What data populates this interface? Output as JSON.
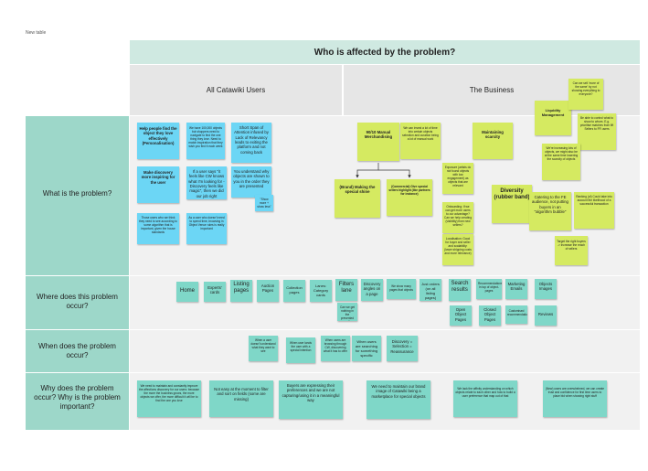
{
  "board_label": "New table",
  "header": {
    "title": "Who is affected by the problem?",
    "columns": [
      "All Catawiki Users",
      "The Business"
    ]
  },
  "rows": [
    "What is the problem?",
    "Where does this problem occur?",
    "When does the problem occur?",
    "Why does the problem occur? Why is the problem important?"
  ],
  "stickies": {
    "what_users": [
      {
        "text": "Help people find the object they love effectively (Personalisation)"
      },
      {
        "text": "We have 100,000 objects but shoppers need to navigate to find the one thing they love. Need to match inspiration that they wish you find it each week"
      },
      {
        "text": "Short Span of Attention infused by Lack of Relevancy leads to exiting the platform and not coming back"
      },
      {
        "text": "Make discovery more inspiring for the user"
      },
      {
        "text": "If a user says \"it feels like CW knows what I'm looking for - Discovery feels like magic\", then we did our job right"
      },
      {
        "text": "You understand why objects are shown to you in the order they are presented"
      },
      {
        "text": "\"Show more + show less\""
      },
      {
        "text": "Those users who we think they need to see according to some algorithm that is important, given the house standards"
      },
      {
        "text": "As a user who doesn't need to spend time, browsing in Object Venue rules is really important"
      }
    ],
    "what_business": [
      {
        "text": "90/10 Manual Merchandising"
      },
      {
        "text": "We can invest a lot of time into certain objects selection and curation being a lot of manual work"
      },
      {
        "text": "(Brand) Making the special shine"
      },
      {
        "text": "(Commercial) Give special sellers highlight (like partners for instance)"
      },
      {
        "text": "Exposure (artists do not found objects with low engagement) as objects that are relevant"
      },
      {
        "text": "Onboarding: If we can get more users to our advantage? Can we help creating (visibility) from new sellers?"
      },
      {
        "text": "Localisation: Good for buyer and seller and scalability: (lower shipping costs and more relevance)"
      },
      {
        "text": "Maintaining scarcity"
      },
      {
        "text": "Liquidity Management"
      },
      {
        "text": "Can we sell 'more of the same' by not showing everything to everyone?"
      },
      {
        "text": "Be able to control what to show to whom. E.g. prioritise matches from lift Sellers to FR users"
      },
      {
        "text": "We're increasing lots of objects, we might also be at the same time lowering the scarcity of objects"
      },
      {
        "text": "Diversity (rubber band)"
      },
      {
        "text": "Catering to the FE audience, not putting buyers in an \"algorithm bubble\""
      },
      {
        "text": "Ranking (of) Could take into account the likelihood of a successful transaction"
      },
      {
        "text": "Target the right buyers -> increase the reach of sellers"
      }
    ],
    "where": [
      {
        "text": "Home"
      },
      {
        "text": "Experts' cards"
      },
      {
        "text": "Listing pages"
      },
      {
        "text": "Auction Pages"
      },
      {
        "text": "Collection pages"
      },
      {
        "text": "Lanes: Category cards"
      },
      {
        "text": "Filters lane"
      },
      {
        "text": "Discovery angles on a page"
      },
      {
        "text": "We show many pages that objects"
      },
      {
        "text": "Just orders (on all listing pages)"
      },
      {
        "text": "Search results"
      },
      {
        "text": "Recommendations in top of object-pages"
      },
      {
        "text": "Marketing Emails"
      },
      {
        "text": "Objects Images"
      },
      {
        "text": "Can we get nothing in the prevented results"
      },
      {
        "text": "Open Object Pages"
      },
      {
        "text": "Closed Object Pages"
      },
      {
        "text": "Customised recommendations"
      },
      {
        "text": "Reviews"
      }
    ],
    "when": [
      {
        "text": "When a user doesn't understand what they want to see"
      },
      {
        "text": "When user lands the user with a special intention"
      },
      {
        "text": "When users are browsing through CW, discovering what it has to offer"
      },
      {
        "text": "When users are searching for something specific"
      },
      {
        "text": "Discovery = Selection = Reassurance"
      }
    ],
    "why": [
      {
        "text": "We need to maintain and constantly improve the affections discovery for our users: because the more the business grows, the more objects we offer, the more difficult it will be to find the one you love"
      },
      {
        "text": "Not easy at the moment to filter and sort on fields (some are missing)"
      },
      {
        "text": "Buyers are expressing their preferences and we are not capturing/using it in a meaningful way"
      },
      {
        "text": "We need to maintain our brand image of Catawiki being a marketplace for special objects"
      },
      {
        "text": "We lack the affinity understanding on which objects relate to each other and how to build a user preference that map out of that"
      },
      {
        "text": "(New) users are overwhelmed, we can create trust and confidence for first time users to place bid when showing right stuff"
      }
    ]
  },
  "colors": {
    "header_band": "#cfe9e1",
    "row_header": "#9dd7c9",
    "column_header": "#e6e6e6",
    "row_background": "#f1f1f1",
    "sticky_blue": "#6cd6f5",
    "sticky_lime": "#d5ea61",
    "sticky_teal": "#7fd7c8"
  }
}
